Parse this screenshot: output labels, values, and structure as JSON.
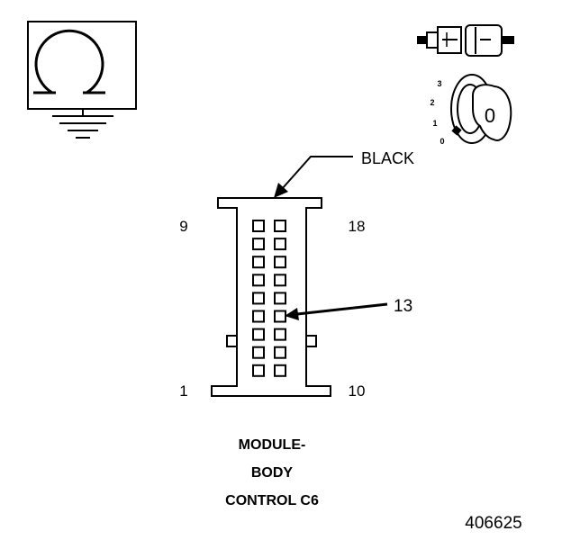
{
  "colors": {
    "ink": "#000000",
    "paper": "#ffffff"
  },
  "icons": {
    "ohmmeter": "ohm-symbol-over-ground",
    "connector": "two-part-connector",
    "ignition": "ignition-key-positions"
  },
  "ignition_positions": [
    "3",
    "2",
    "1",
    "0"
  ],
  "ignition_key_label": "0",
  "wire_color_label": "BLACK",
  "pin_numbers": {
    "top_left": "9",
    "top_right": "18",
    "bottom_left": "1",
    "bottom_right": "10"
  },
  "callout_pin": "13",
  "connector_caption": [
    "MODULE-",
    "BODY",
    "CONTROL C6"
  ],
  "figure_id": "406625"
}
